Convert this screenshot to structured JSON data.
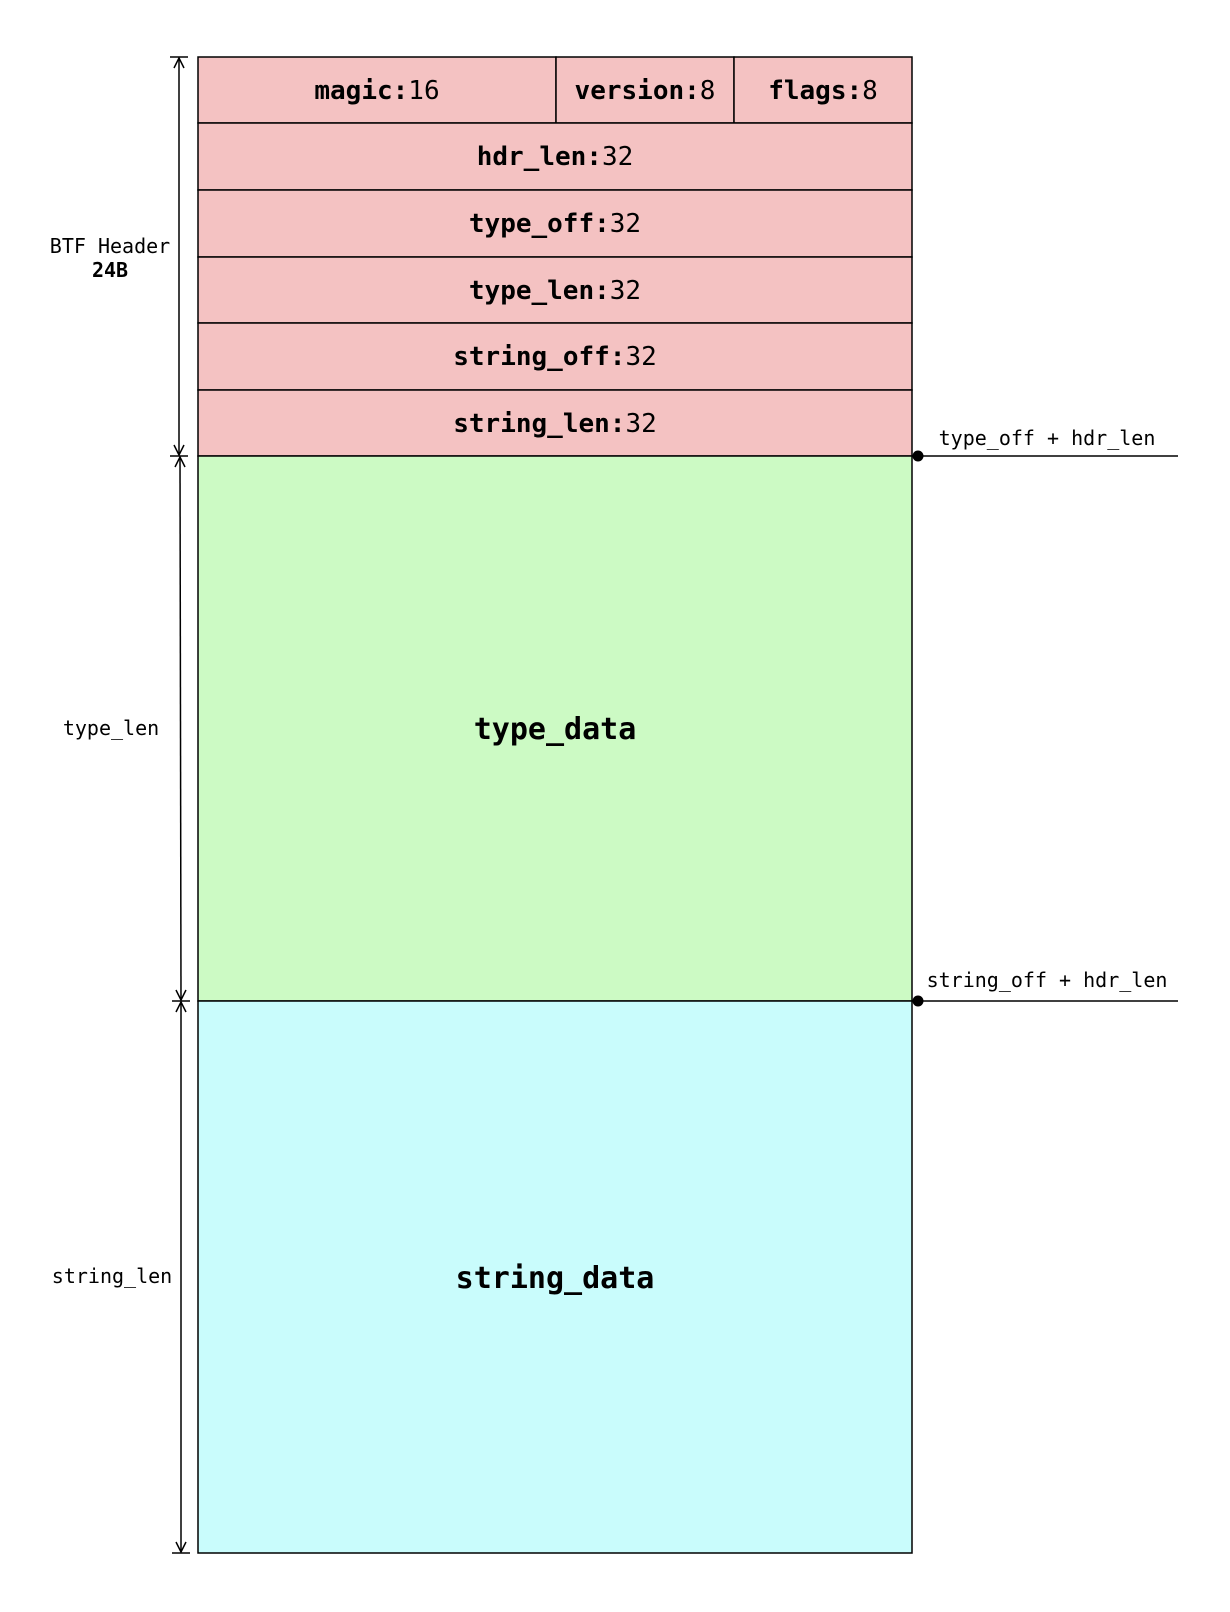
{
  "header_fields": {
    "magic": {
      "name": "magic:",
      "bits": "16"
    },
    "version": {
      "name": "version:",
      "bits": "8"
    },
    "flags": {
      "name": "flags:",
      "bits": "8"
    },
    "hdr_len": {
      "name": "hdr_len:",
      "bits": "32"
    },
    "type_off": {
      "name": "type_off:",
      "bits": "32"
    },
    "type_len": {
      "name": "type_len:",
      "bits": "32"
    },
    "string_off": {
      "name": "string_off:",
      "bits": "32"
    },
    "string_len": {
      "name": "string_len:",
      "bits": "32"
    }
  },
  "sections": {
    "type_data": "type_data",
    "string_data": "string_data"
  },
  "side_labels": {
    "header_title": "BTF Header",
    "header_size": "24B",
    "type_len": "type_len",
    "string_len": "string_len"
  },
  "offsets": {
    "type_start": "type_off + hdr_len",
    "string_start": "string_off + hdr_len"
  },
  "colors": {
    "header_fill": "#f4c2c2",
    "type_fill": "#ccfac4",
    "string_fill": "#c9fcfc",
    "stroke": "#000000"
  }
}
